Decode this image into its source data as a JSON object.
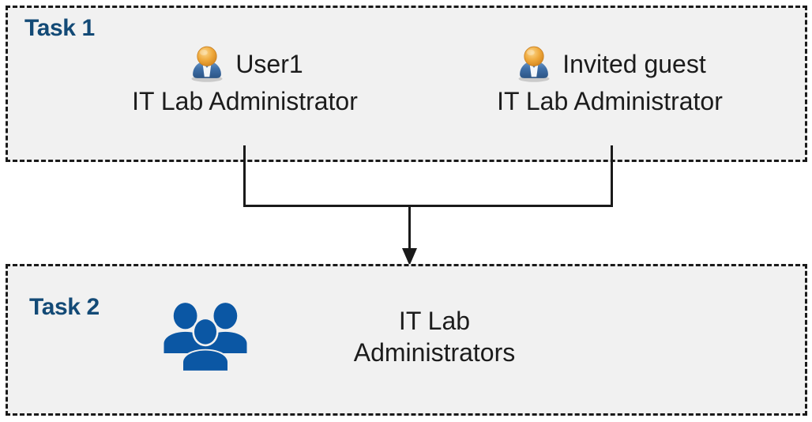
{
  "diagram": {
    "background_color": "#ffffff",
    "box_fill_color": "#f1f1f1",
    "box_border_color": "#1a1a1a",
    "label_color": "#134a76",
    "text_color": "#1c1c1c",
    "connector_color": "#1a1a1a",
    "group_icon_color": "#0b57a4",
    "person_icon_head_color": "#e8a33d",
    "person_icon_body_color": "#3a6ea5"
  },
  "task1": {
    "label": "Task 1",
    "people": [
      {
        "icon": "single-user-icon",
        "name": "User1",
        "role": "IT Lab Administrator"
      },
      {
        "icon": "single-user-icon",
        "name": "Invited guest",
        "role": "IT Lab Administrator"
      }
    ]
  },
  "task2": {
    "label": "Task 2",
    "group": {
      "icon": "user-group-icon",
      "name_line1": "IT Lab",
      "name_line2": "Administrators"
    }
  },
  "connector": {
    "type": "merge-arrow",
    "description": "Two vertical lines from the two Task 1 people merge into a horizontal bar and a single downward arrow into Task 2"
  }
}
